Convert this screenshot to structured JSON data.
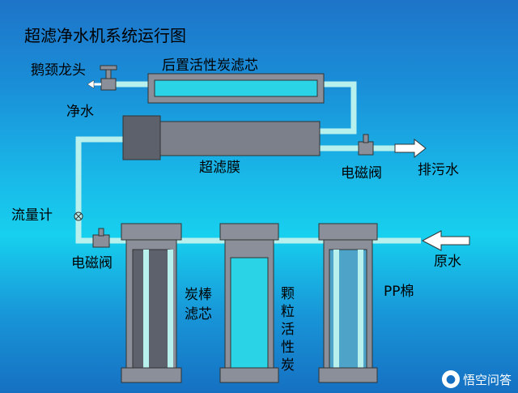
{
  "title": "超滤净水机系统运行图",
  "labels": {
    "faucet": "鹅颈龙头",
    "pure_water": "净水",
    "post_carbon": "后置活性炭滤芯",
    "uf_membrane": "超滤膜",
    "solenoid_top": "电磁阀",
    "waste_water": "排污水",
    "flowmeter": "流量计",
    "solenoid_bottom": "电磁阀",
    "raw_water": "原水",
    "carbon_rod": "炭棒滤芯",
    "granular_carbon": "颗粒活性炭",
    "pp_cotton": "PP棉"
  },
  "watermark": "悟空问答",
  "colors": {
    "pipe": "#b8f0ee",
    "water": "#2ad4e6",
    "housing": "#8a8f99",
    "housing_dark": "#5c616b"
  }
}
